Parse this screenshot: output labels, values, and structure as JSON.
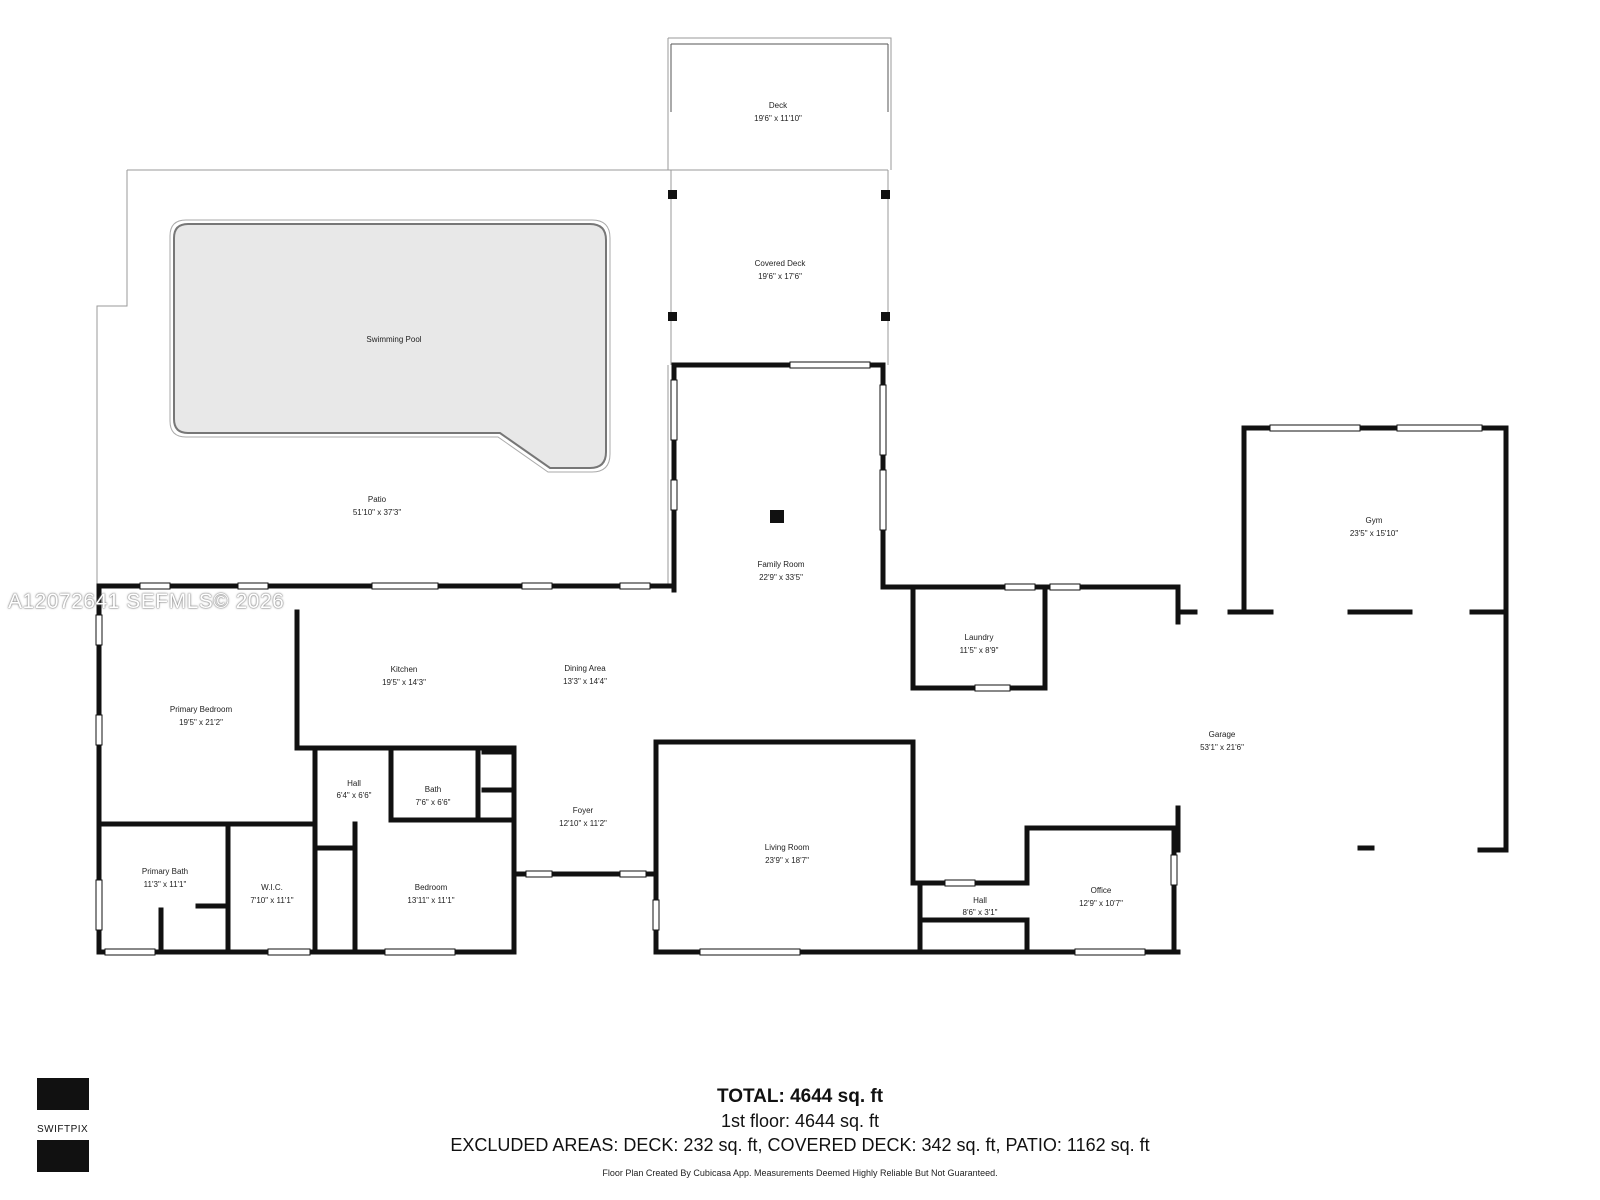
{
  "rooms": {
    "deck": {
      "name": "Deck",
      "dims": "19'6\" x 11'10\""
    },
    "covered_deck": {
      "name": "Covered Deck",
      "dims": "19'6\" x 17'6\""
    },
    "pool": {
      "name": "Swimming Pool"
    },
    "patio": {
      "name": "Patio",
      "dims": "51'10\" x 37'3\""
    },
    "family_room": {
      "name": "Family Room",
      "dims": "22'9\" x 33'5\""
    },
    "gym": {
      "name": "Gym",
      "dims": "23'5\" x 15'10\""
    },
    "laundry": {
      "name": "Laundry",
      "dims": "11'5\" x 8'9\""
    },
    "kitchen": {
      "name": "Kitchen",
      "dims": "19'5\" x 14'3\""
    },
    "dining": {
      "name": "Dining Area",
      "dims": "13'3\" x 14'4\""
    },
    "primary_bedroom": {
      "name": "Primary Bedroom",
      "dims": "19'5\" x 21'2\""
    },
    "garage": {
      "name": "Garage",
      "dims": "53'1\" x 21'6\""
    },
    "hall1": {
      "name": "Hall",
      "dims": "6'4\" x 6'6\""
    },
    "bath": {
      "name": "Bath",
      "dims": "7'6\" x 6'6\""
    },
    "foyer": {
      "name": "Foyer",
      "dims": "12'10\" x 11'2\""
    },
    "primary_bath": {
      "name": "Primary Bath",
      "dims": "11'3\" x 11'1\""
    },
    "wic": {
      "name": "W.I.C.",
      "dims": "7'10\" x 11'1\""
    },
    "bedroom": {
      "name": "Bedroom",
      "dims": "13'11\" x 11'1\""
    },
    "living_room": {
      "name": "Living Room",
      "dims": "23'9\" x 18'7\""
    },
    "hall2": {
      "name": "Hall",
      "dims": "8'6\" x 3'1\""
    },
    "office": {
      "name": "Office",
      "dims": "12'9\" x 10'7\""
    }
  },
  "watermark": "A12072641  SEFMLS© 2026",
  "totals": {
    "total": "TOTAL: 4644 sq. ft",
    "floor": "1st floor: 4644 sq. ft",
    "excluded": "EXCLUDED AREAS: DECK: 232 sq. ft, COVERED DECK: 342 sq. ft, PATIO: 1162 sq. ft"
  },
  "disclaimer": "Floor Plan Created By Cubicasa App. Measurements Deemed Highly Reliable But Not Guaranteed.",
  "logo_text": "SWIFTPIX",
  "colors": {
    "wall": "#111111",
    "pool_fill": "#e8e8e8",
    "thin_line": "#9a9a9a"
  }
}
